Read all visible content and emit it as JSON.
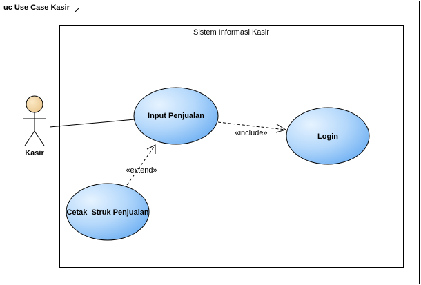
{
  "frame": {
    "title": "uc Use Case Kasir"
  },
  "system": {
    "title": "Sistem Informasi Kasir"
  },
  "actor": {
    "name": "Kasir"
  },
  "use_cases": {
    "input_penjualan": "Input Penjualan",
    "login": "Login",
    "cetak_struk": "Cetak  Struk Penjualan"
  },
  "relations": {
    "include": "«include»",
    "extend": "«extend»"
  },
  "colors": {
    "use_case_light": "#dbeeff",
    "use_case_dark": "#6cb0f4",
    "actor_head": "#f6d9a5",
    "line": "#000000"
  }
}
